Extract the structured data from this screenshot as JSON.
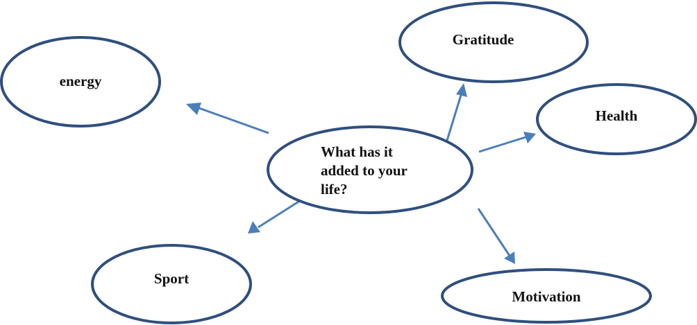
{
  "diagram": {
    "center": {
      "label_lines": [
        "What has it",
        "added to your",
        "life?"
      ]
    },
    "nodes": {
      "energy": {
        "label": "energy"
      },
      "gratitude": {
        "label": "Gratitude"
      },
      "health": {
        "label": "Health"
      },
      "sport": {
        "label": "Sport"
      },
      "motivation": {
        "label": "Motivation"
      }
    },
    "colors": {
      "outline": "#2f4f7f",
      "arrow": "#4a7ebb",
      "text": "#111111"
    }
  }
}
